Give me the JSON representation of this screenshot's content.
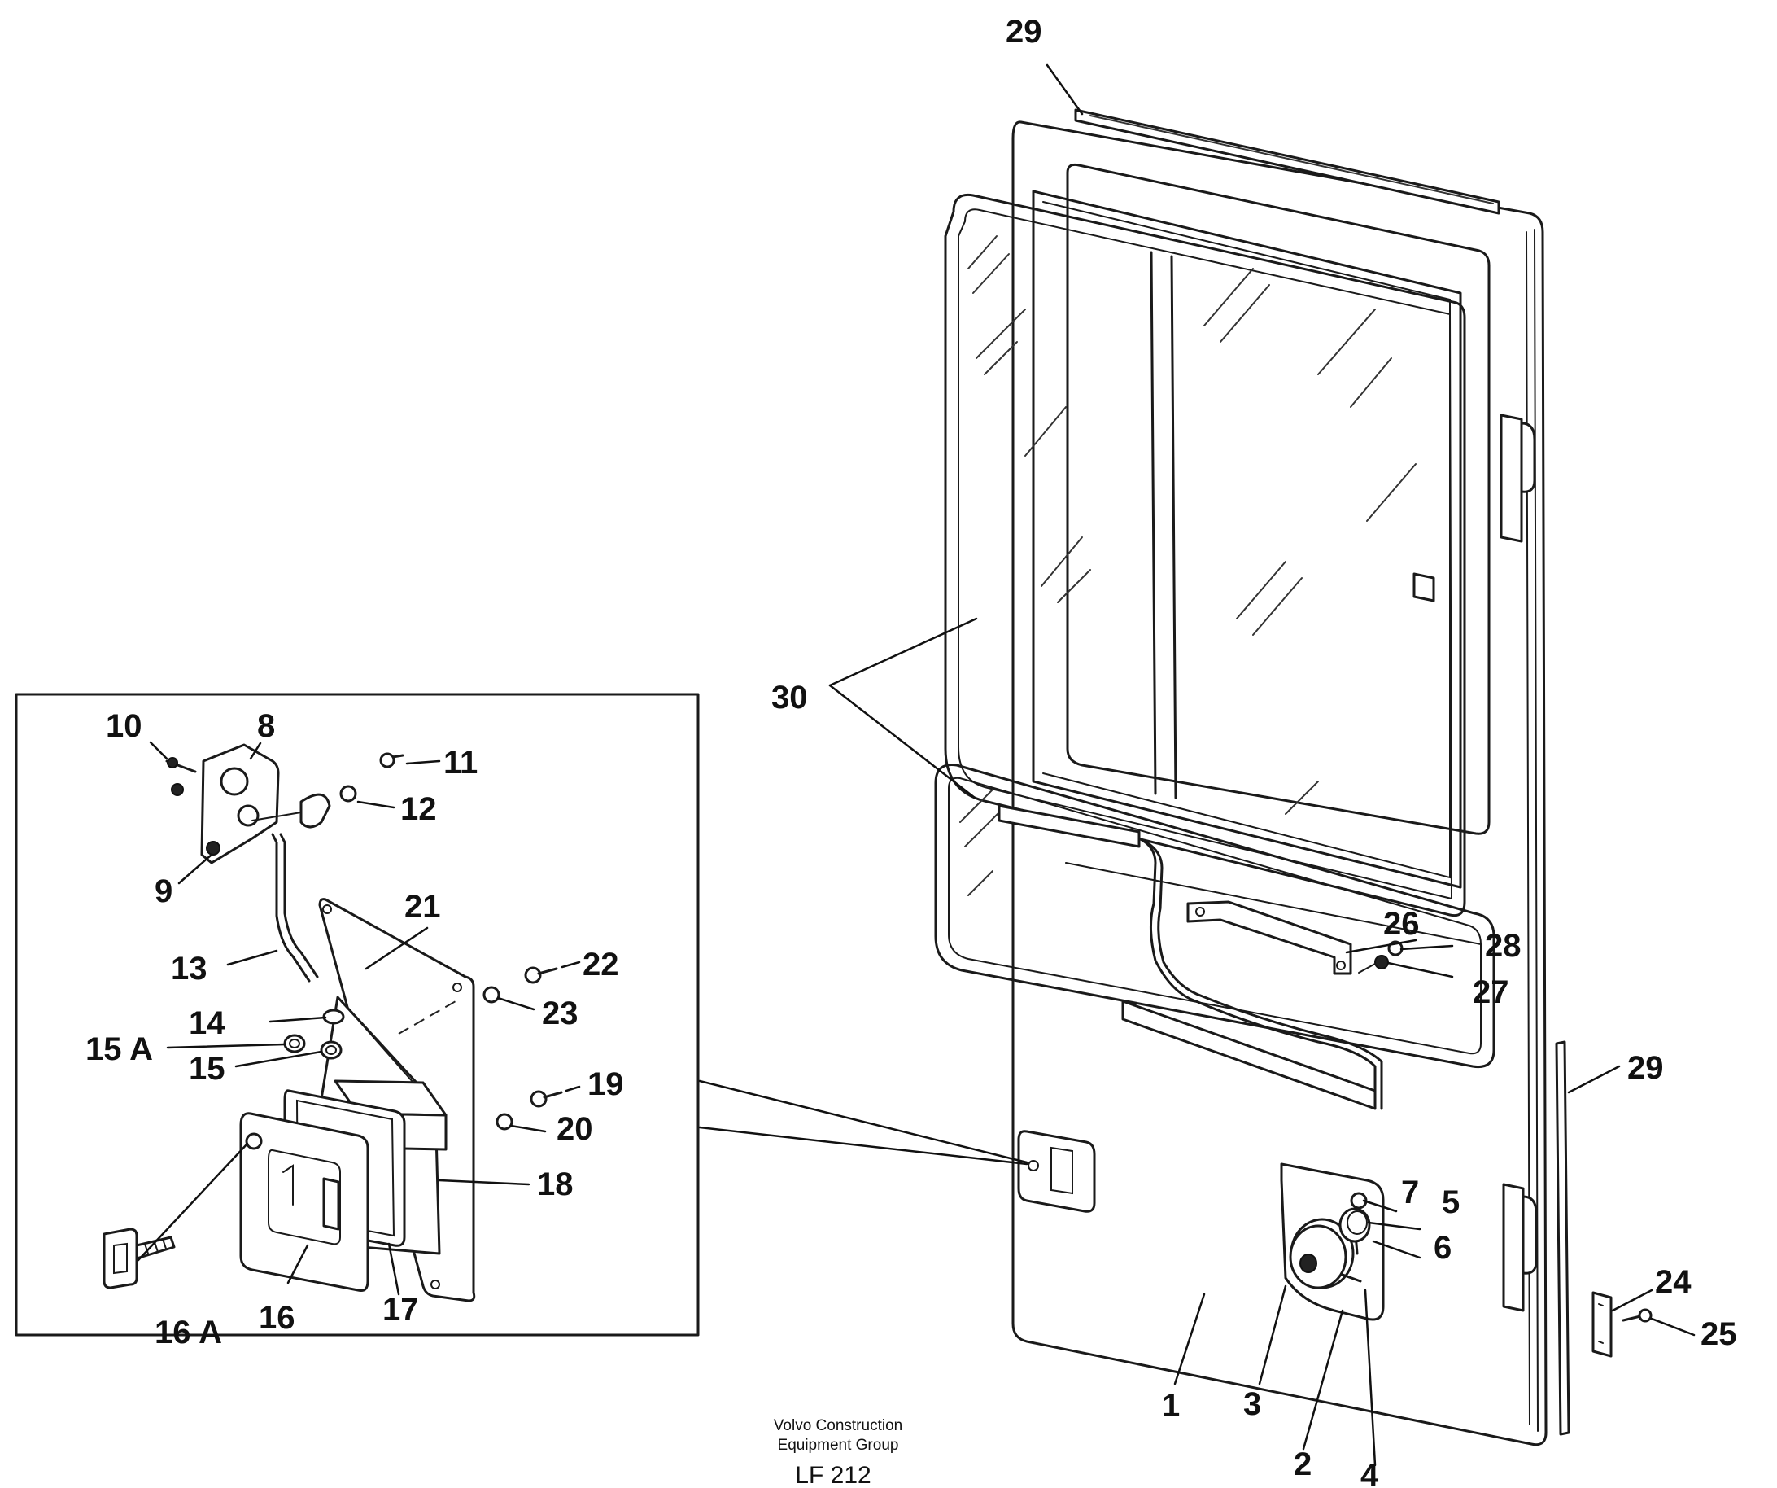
{
  "callouts": {
    "c1": "1",
    "c2": "2",
    "c3": "3",
    "c4": "4",
    "c5": "5",
    "c6": "6",
    "c7": "7",
    "c8": "8",
    "c9": "9",
    "c10": "10",
    "c11": "11",
    "c12": "12",
    "c13": "13",
    "c14": "14",
    "c15": "15",
    "c15a": "15 A",
    "c16": "16",
    "c16a": "16 A",
    "c17": "17",
    "c18": "18",
    "c19": "19",
    "c20": "20",
    "c21": "21",
    "c22": "22",
    "c23": "23",
    "c24": "24",
    "c25": "25",
    "c26": "26",
    "c27": "27",
    "c28": "28",
    "c29a": "29",
    "c29b": "29",
    "c30": "30"
  },
  "footer": {
    "line1": "Volvo Construction",
    "line2": "Equipment Group",
    "code": "LF 212"
  }
}
